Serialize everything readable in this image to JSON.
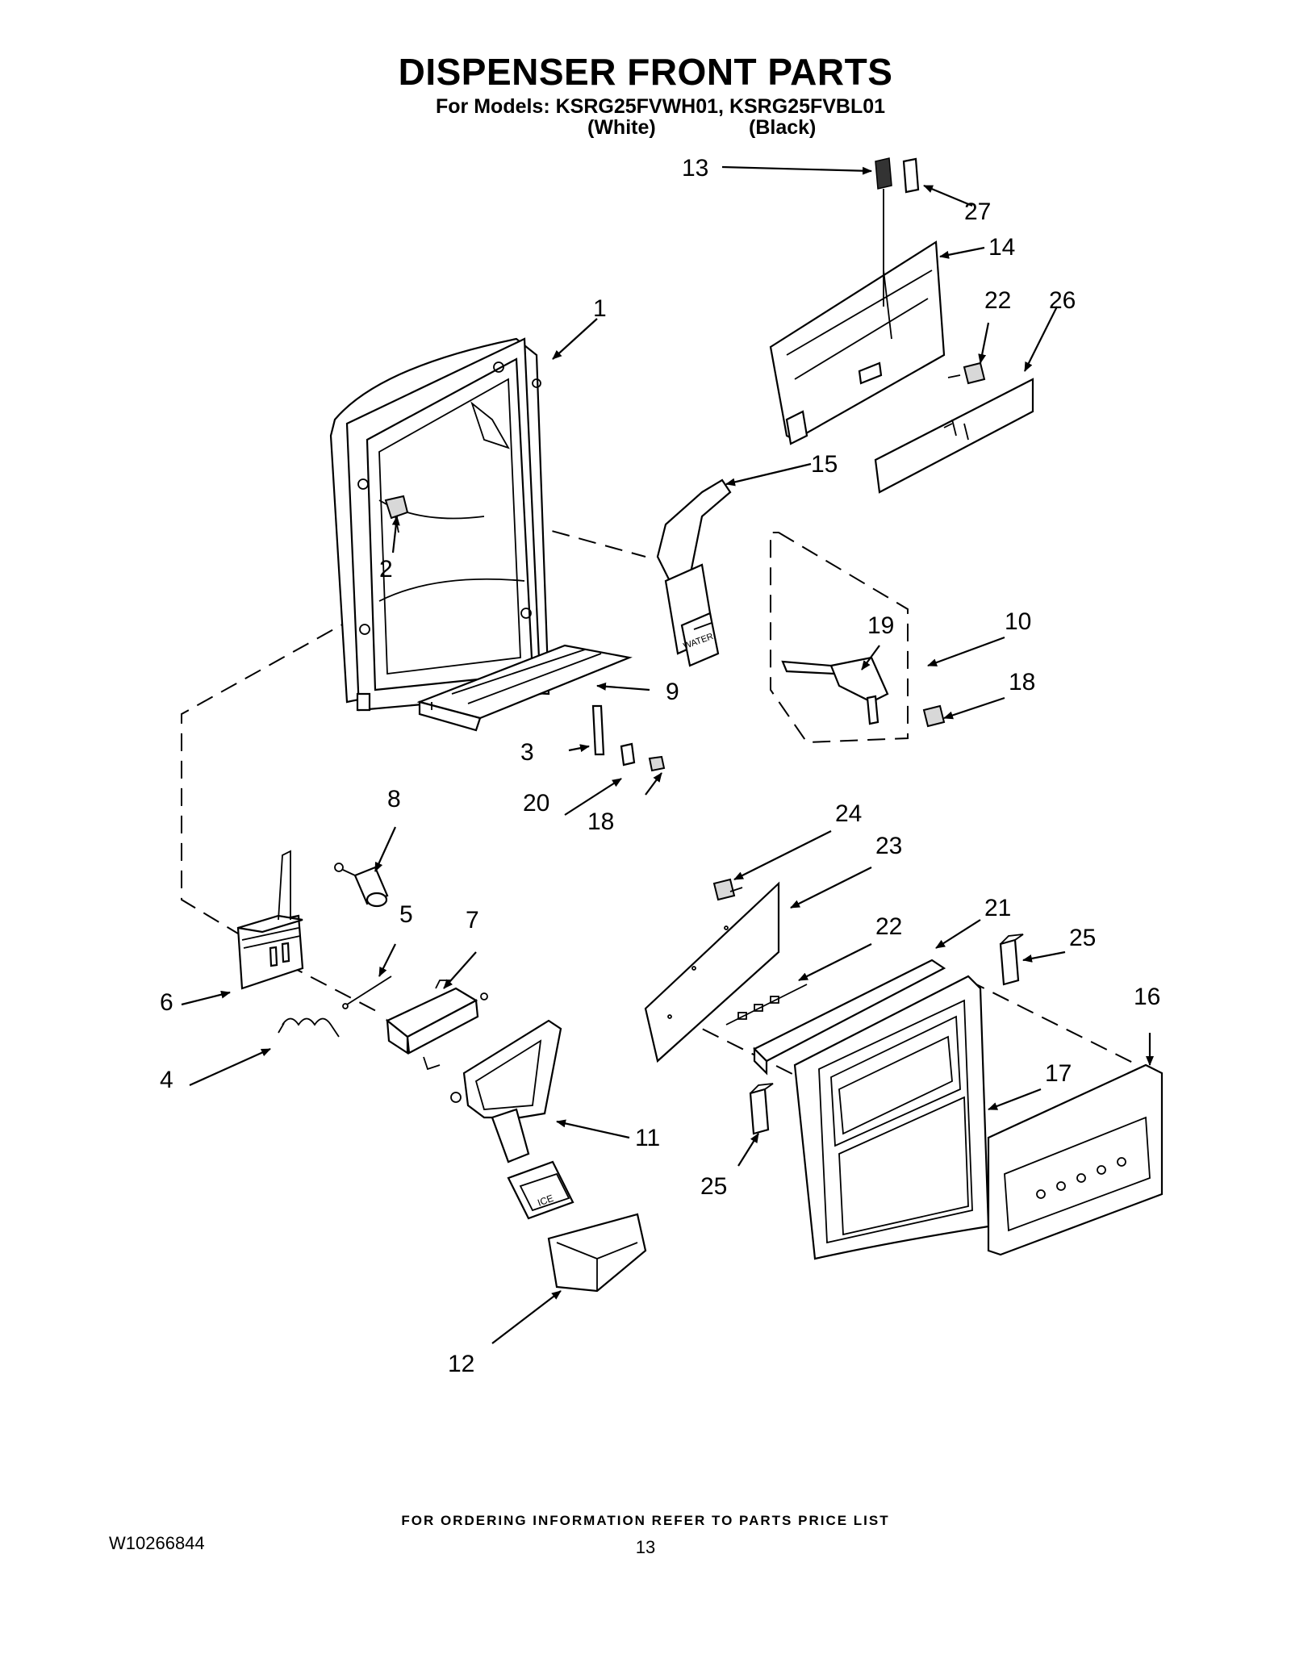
{
  "header": {
    "title": "DISPENSER FRONT PARTS",
    "models_line": "For Models: KSRG25FVWH01, KSRG25FVBL01",
    "color_white": "(White)",
    "color_black": "(Black)"
  },
  "callouts": {
    "c1": "1",
    "c2": "2",
    "c3": "3",
    "c4": "4",
    "c5": "5",
    "c6": "6",
    "c7": "7",
    "c8": "8",
    "c9": "9",
    "c10": "10",
    "c11": "11",
    "c12": "12",
    "c13": "13",
    "c14": "14",
    "c15": "15",
    "c16": "16",
    "c17": "17",
    "c18a": "18",
    "c18b": "18",
    "c19": "19",
    "c20": "20",
    "c21": "21",
    "c22a": "22",
    "c22b": "22",
    "c23": "23",
    "c24": "24",
    "c25a": "25",
    "c25b": "25",
    "c26": "26",
    "c27": "27"
  },
  "part_text": {
    "water_pad": "WATER",
    "ice_pad": "ICE"
  },
  "footer": {
    "ordering_note": "FOR ORDERING INFORMATION REFER TO PARTS PRICE LIST",
    "doc_number": "W10266844",
    "page_number": "13"
  }
}
